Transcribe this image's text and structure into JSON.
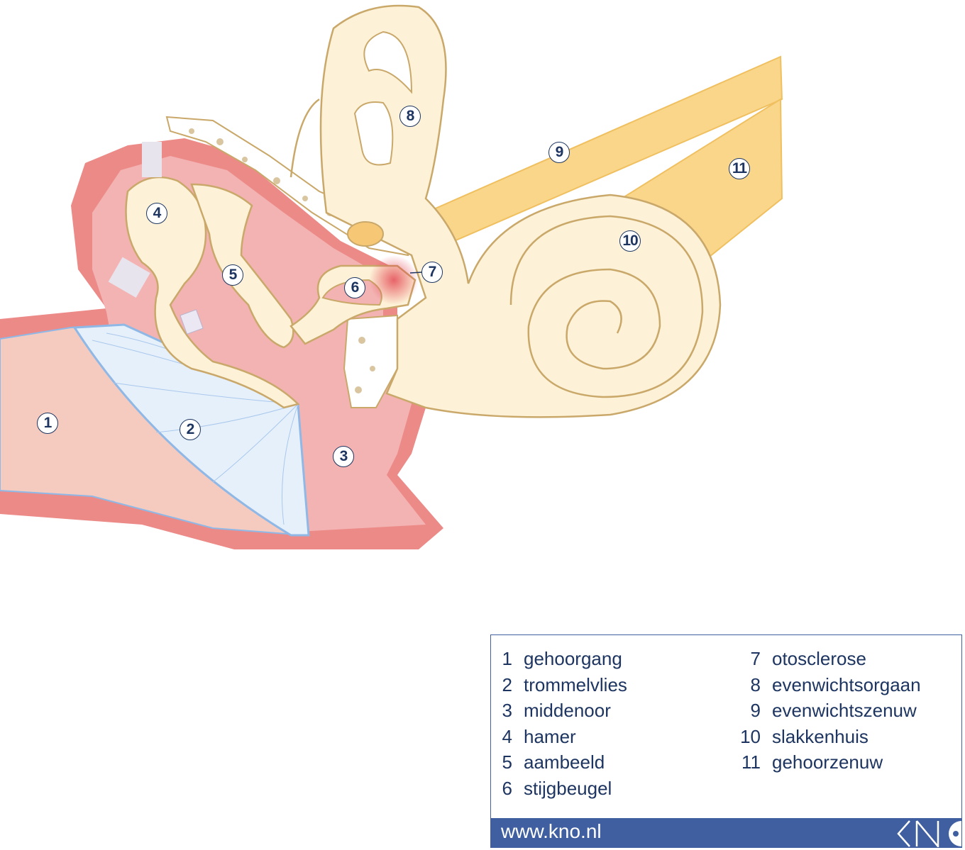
{
  "title": "Otosclerose – doorsnede van het oor",
  "markers": [
    "1",
    "2",
    "3",
    "4",
    "5",
    "6",
    "7",
    "8",
    "9",
    "10",
    "11"
  ],
  "legend": {
    "items": [
      {
        "number": "1",
        "term": "gehoorgang"
      },
      {
        "number": "2",
        "term": "trommelvlies"
      },
      {
        "number": "3",
        "term": "middenoor"
      },
      {
        "number": "4",
        "term": "hamer"
      },
      {
        "number": "5",
        "term": "aambeeld"
      },
      {
        "number": "6",
        "term": "stijgbeugel"
      },
      {
        "number": "7",
        "term": "otosclerose"
      },
      {
        "number": "8",
        "term": "evenwichtsorgaan"
      },
      {
        "number": "9",
        "term": "evenwichtszenuw"
      },
      {
        "number": "10",
        "term": "slakkenhuis"
      },
      {
        "number": "11",
        "term": "gehoorzenuw"
      }
    ]
  },
  "footer": {
    "url": "www.kno.nl",
    "logo_text": "KNO"
  },
  "colors": {
    "navy": "#1d3560",
    "footer": "#3f5fa0",
    "canal": "#f6cbbf",
    "tissue": "#e97f7f",
    "bone": "#fdf2d8",
    "nerve": "#f9d68a",
    "eardrum": "#e6f0fb"
  }
}
